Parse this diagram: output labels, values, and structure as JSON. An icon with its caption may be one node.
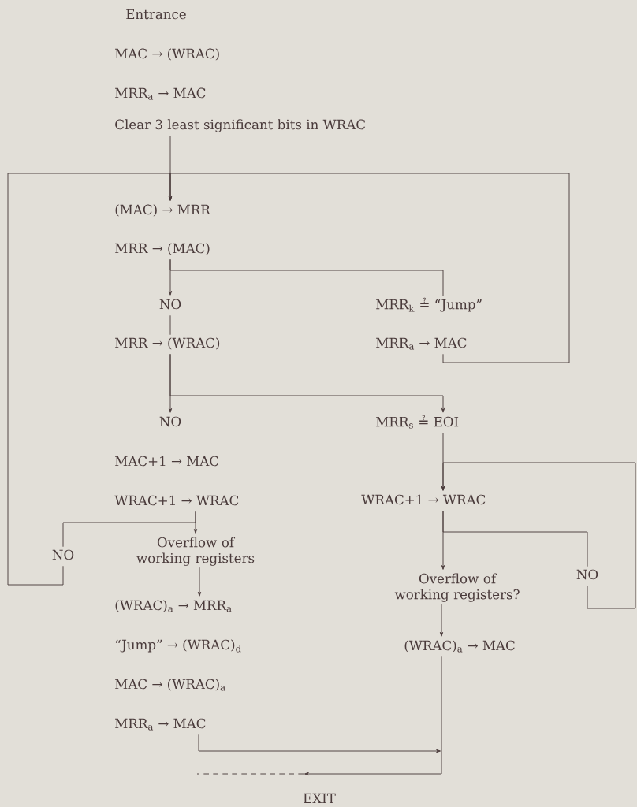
{
  "diagram": {
    "nodes": [
      {
        "text": [
          "Clear 3 least significant bits in WRAC"
        ]
      },
      {
        "text": [
          "(MAC) → MRR"
        ]
      },
      {
        "text": [
          "MRR → (MAC)"
        ]
      },
      {
        "text": [
          "NO"
        ]
      },
      {
        "text": [
          "MRR$_{k}$ ≟ “Jump”"
        ]
      },
      {
        "text": [
          "MRR → (WRAC)"
        ]
      },
      {
        "text": [
          "MRR$_{a}$ → MAC"
        ]
      },
      {
        "text": [
          "NO"
        ]
      },
      {
        "text": [
          "MRR$_{s}$ ≟ EOI"
        ]
      },
      {
        "text": [
          "WRAC+1 → WRAC"
        ]
      },
      {
        "text": [
          "WRAC+1 → WRAC"
        ]
      },
      {
        "text": [
          "NO"
        ]
      },
      {
        "text": [
          "Overflow of working registers"
        ]
      },
      {
        "text": [
          "NO"
        ]
      },
      {
        "text": [
          "Overflow of working registers?"
        ]
      },
      {
        "text": [
          "(WRAC)$_{a}$ → MRR$_{a}$"
        ]
      },
      {
        "text": [
          "(WRAC)$_{a}$ → MAC"
        ]
      },
      {
        "text": [
          "MRR$_{a}$ → MAC"
        ]
      }
    ],
    "edges": [
      {
        "from": 0,
        "to": 1,
        "arrow": "to"
      },
      {
        "from": 11,
        "to": 1,
        "arrow": "to"
      },
      {
        "from": 6,
        "to": 1,
        "arrow": "to"
      },
      {
        "from": 2,
        "to": 3,
        "arrow": "to"
      },
      {
        "from": 2,
        "to": 4,
        "arrow": "none"
      },
      {
        "from": 3,
        "to": 5,
        "arrow": "none"
      },
      {
        "from": 5,
        "to": 7,
        "arrow": "to"
      },
      {
        "from": 5,
        "to": 8,
        "arrow": "to"
      },
      {
        "from": 8,
        "to": 10,
        "arrow": "to"
      },
      {
        "from": 13,
        "to": 10,
        "arrow": "to"
      },
      {
        "from": 10,
        "to": 14,
        "arrow": "to"
      },
      {
        "from": 10,
        "to": 13,
        "arrow": "none"
      },
      {
        "from": 9,
        "to": 12,
        "arrow": "to"
      },
      {
        "from": 9,
        "to": 11,
        "arrow": "none"
      },
      {
        "from": 12,
        "to": 15,
        "arrow": "to"
      },
      {
        "from": 14,
        "to": 16,
        "arrow": "to"
      },
      {
        "from": 17,
        "to": null,
        "arrow": "to"
      },
      {
        "from": 16,
        "to": null,
        "arrow": "to"
      }
    ],
    "labels": [
      "Entrance",
      "MAC → (WRAC)",
      "MRR$_{a}$ → MAC",
      "MAC+1 → MAC",
      "“Jump” → (WRAC)$_{d}$",
      "MAC → (WRAC)$_{a}$",
      "EXIT"
    ]
  }
}
